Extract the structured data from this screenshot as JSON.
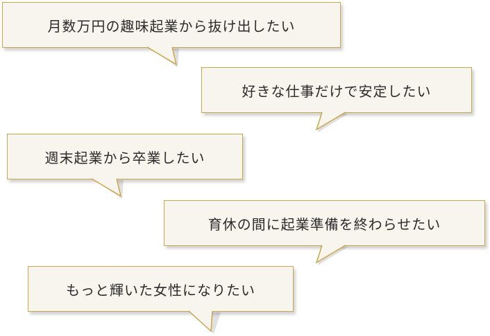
{
  "bubbles": [
    {
      "text": "月数万円の趣味起業から抜け出したい"
    },
    {
      "text": "好きな仕事だけで安定したい"
    },
    {
      "text": "週末起業から卒業したい"
    },
    {
      "text": "育休の間に起業準備を終わらせたい"
    },
    {
      "text": "もっと輝いた女性になりたい"
    }
  ],
  "colors": {
    "bubble_fill": "#f8f5ee",
    "bubble_border": "#c9a74c",
    "text": "#2b2b2b"
  }
}
